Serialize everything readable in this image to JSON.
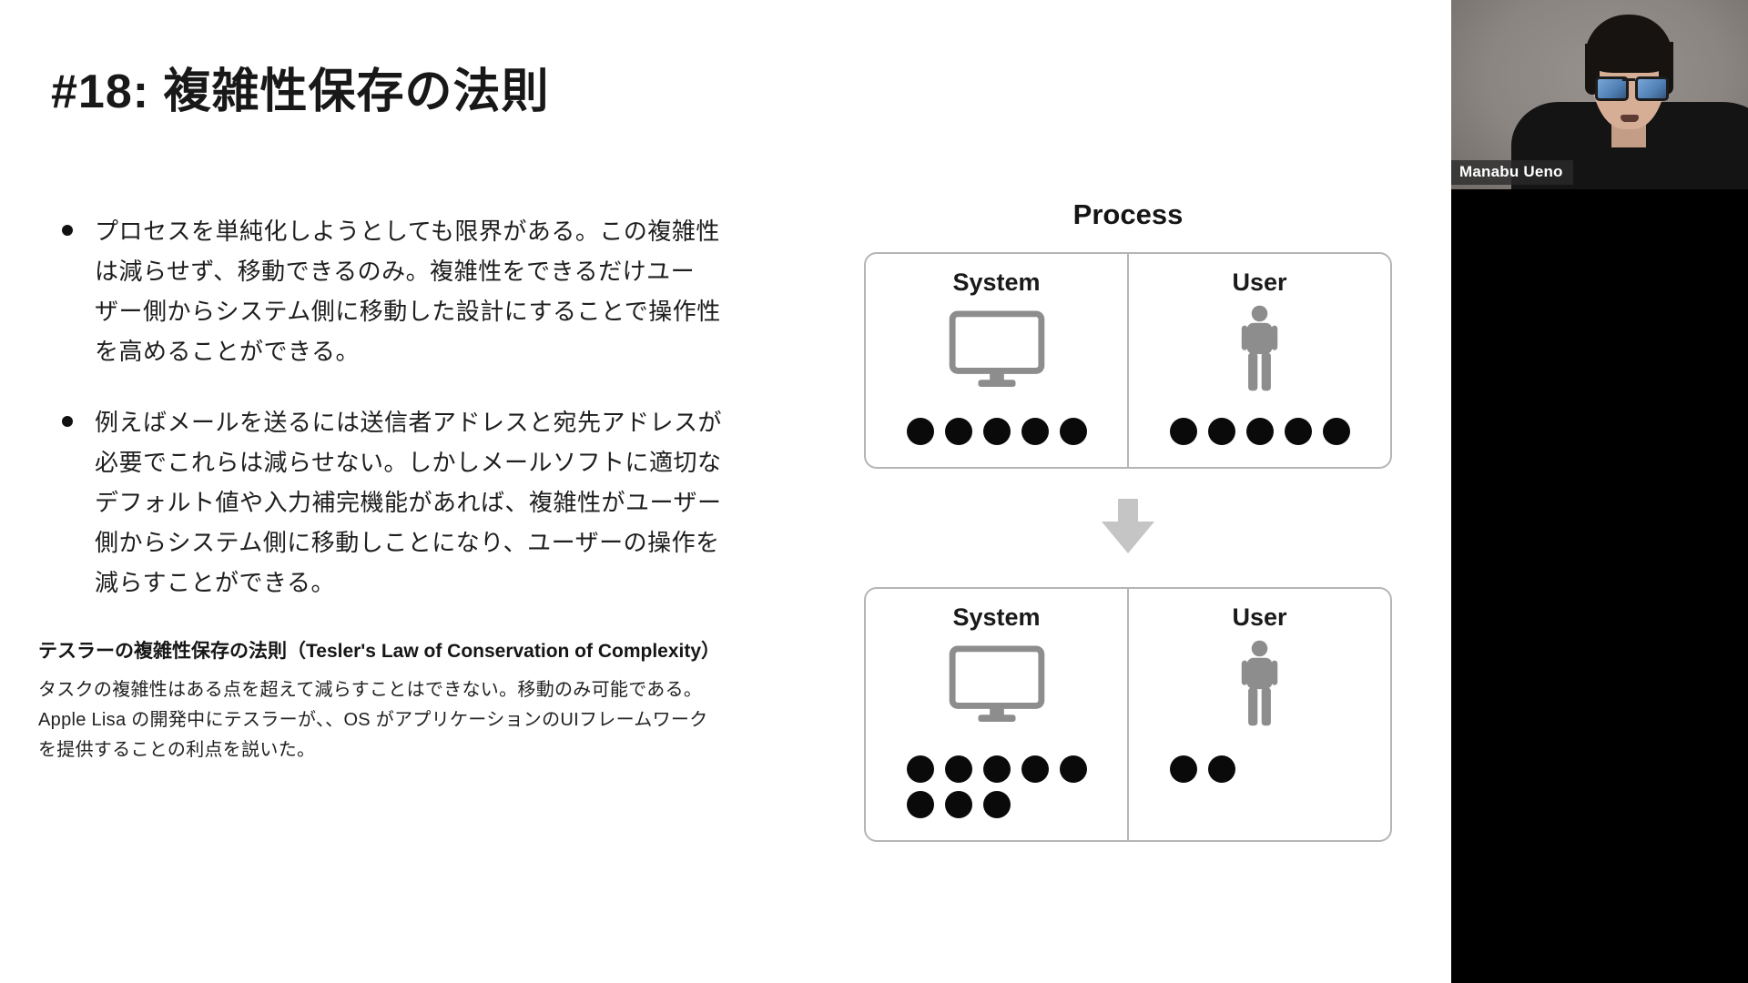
{
  "slide": {
    "title": "#18: 複雑性保存の法則",
    "bullets": [
      {
        "lines": [
          "プロセスを単純化しようとしても限界がある。この複雑性",
          "は減らせず、移動できるのみ。複雑性をできるだけユー",
          "ザー側からシステム側に移動した設計にすることで操作性",
          "を高めることができる。"
        ]
      },
      {
        "lines": [
          "例えばメールを送るには送信者アドレスと宛先アドレスが",
          "必要でこれらは減らせない。しかしメールソフトに適切な",
          "デフォルト値や入力補完機能があれば、複雑性がユーザー",
          "側からシステム側に移動しことになり、ユーザーの操作を",
          "減らすことができる。"
        ]
      }
    ],
    "footnote": {
      "heading": "テスラーの複雑性保存の法則（Tesler's Law of Conservation of Complexity）",
      "lines": [
        "タスクの複雑性はある点を超えて減らすことはできない。移動のみ可能である。",
        "Apple Lisa の開発中にテスラーが、、OS がアプリケーションのUIフレームワーク",
        "を提供することの利点を説いた。"
      ]
    }
  },
  "diagram": {
    "title": "Process",
    "before": {
      "system": {
        "label": "System",
        "dots": 5
      },
      "user": {
        "label": "User",
        "dots": 5
      }
    },
    "after": {
      "system": {
        "label": "System",
        "dots": 8
      },
      "user": {
        "label": "User",
        "dots": 2
      }
    }
  },
  "webcam": {
    "participant": "Manabu Ueno"
  },
  "colors": {
    "text": "#1e1e1e",
    "box_border": "#b5b5b5",
    "icon_gray": "#8d8d8d",
    "dot_black": "#0a0a0a",
    "arrow_gray": "#c5c5c5",
    "panel_black": "#000000"
  }
}
